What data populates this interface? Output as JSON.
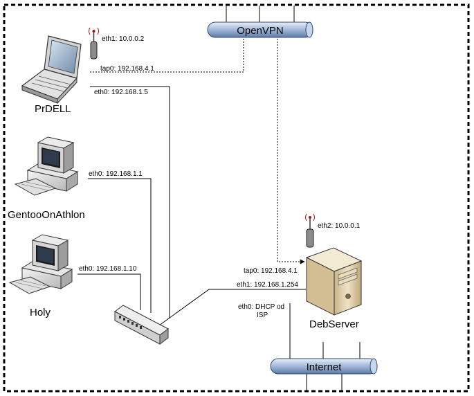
{
  "buses": {
    "openvpn": "OpenVPN",
    "internet": "Internet"
  },
  "hosts": {
    "prdell": {
      "name": "PrDELL",
      "eth1": "eth1: 10.0.0.2",
      "tap0": "tap0: 192.168.4.1",
      "eth0": "eth0: 192.168.1.5"
    },
    "gentoo": {
      "name": "GentooOnAthlon",
      "eth0": "eth0: 192.168.1.1"
    },
    "holy": {
      "name": "Holy",
      "eth0": "eth0: 192.168.1.10"
    },
    "debserver": {
      "name": "DebServer",
      "eth2": "eth2: 10.0.0.1",
      "tap0": "tap0: 192.168.4.1",
      "eth1": "eth1: 192.168.1.254",
      "eth0_line1": "eth0: DHCP od",
      "eth0_line2": "ISP"
    }
  },
  "icons": [
    "laptop-icon",
    "desktop-computer-icon",
    "server-tower-icon",
    "wireless-antenna-icon",
    "network-switch-icon",
    "network-bus-icon"
  ]
}
